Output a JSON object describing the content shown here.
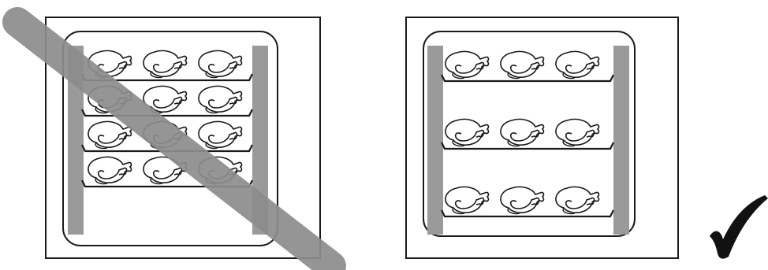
{
  "panels": [
    {
      "id": "incorrect",
      "verdict": "incorrect",
      "rack_count": 4,
      "birds_per_rack": 3,
      "marker_icon": "diagonal-strike"
    },
    {
      "id": "correct",
      "verdict": "correct",
      "rack_count": 3,
      "birds_per_rack": 3,
      "marker_icon": "checkmark-icon"
    }
  ],
  "colors": {
    "outline": "#1a1a1a",
    "side_bar": "#9a9a9a",
    "strike": "#8c8c8c",
    "check": "#111111",
    "background": "#ffffff"
  }
}
